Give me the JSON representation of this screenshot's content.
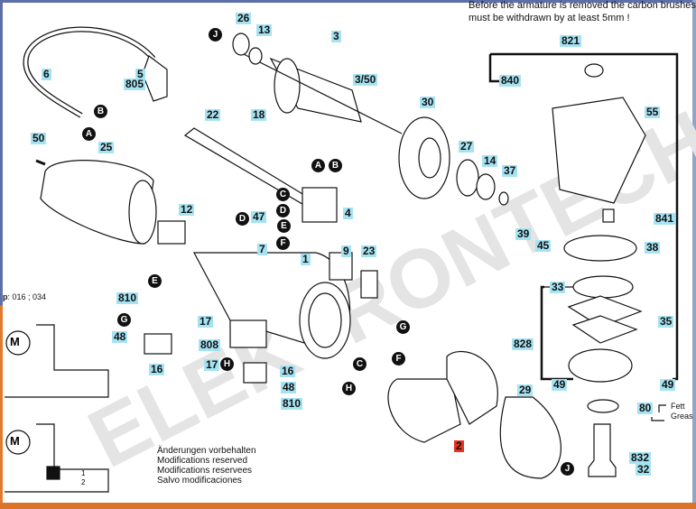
{
  "note": {
    "line1": "Before the armature is removed the carbon brushes",
    "line2": "must be withdrawn by at least 5mm !"
  },
  "modifications": [
    "Änderungen vorbehalten",
    "Modifications reserved",
    "Modifications reservees",
    "Salvo modificaciones"
  ],
  "part_type": {
    "prefix": "p",
    "value": ": 016 ; 034"
  },
  "grease": {
    "line1": "Fett",
    "line2": "Greas"
  },
  "watermark": "ELEKTRONTECH",
  "motor_symbol": "M",
  "switch_contacts": [
    "1",
    "2"
  ],
  "colors": {
    "label_bg": "#a6e3f2",
    "highlight_label": "#e8321e",
    "frame_orange": "#d9742a",
    "frame_blue": "#5b6fa8"
  },
  "part_labels": [
    "6",
    "5",
    "805",
    "50",
    "25",
    "26",
    "13",
    "3",
    "3/50",
    "22",
    "18",
    "30",
    "27",
    "14",
    "37",
    "39",
    "45",
    "12",
    "47",
    "7",
    "4",
    "9",
    "23",
    "1",
    "810",
    "17",
    "48",
    "16",
    "808",
    "17",
    "16",
    "48",
    "810",
    "2",
    "29",
    "821",
    "840",
    "55",
    "841",
    "38",
    "33",
    "35",
    "828",
    "49",
    "49",
    "80",
    "832",
    "32"
  ],
  "connection_markers": [
    "J",
    "B",
    "A",
    "A",
    "B",
    "C",
    "D",
    "E",
    "F",
    "D",
    "E",
    "G",
    "H",
    "G",
    "F",
    "C",
    "H",
    "J"
  ]
}
